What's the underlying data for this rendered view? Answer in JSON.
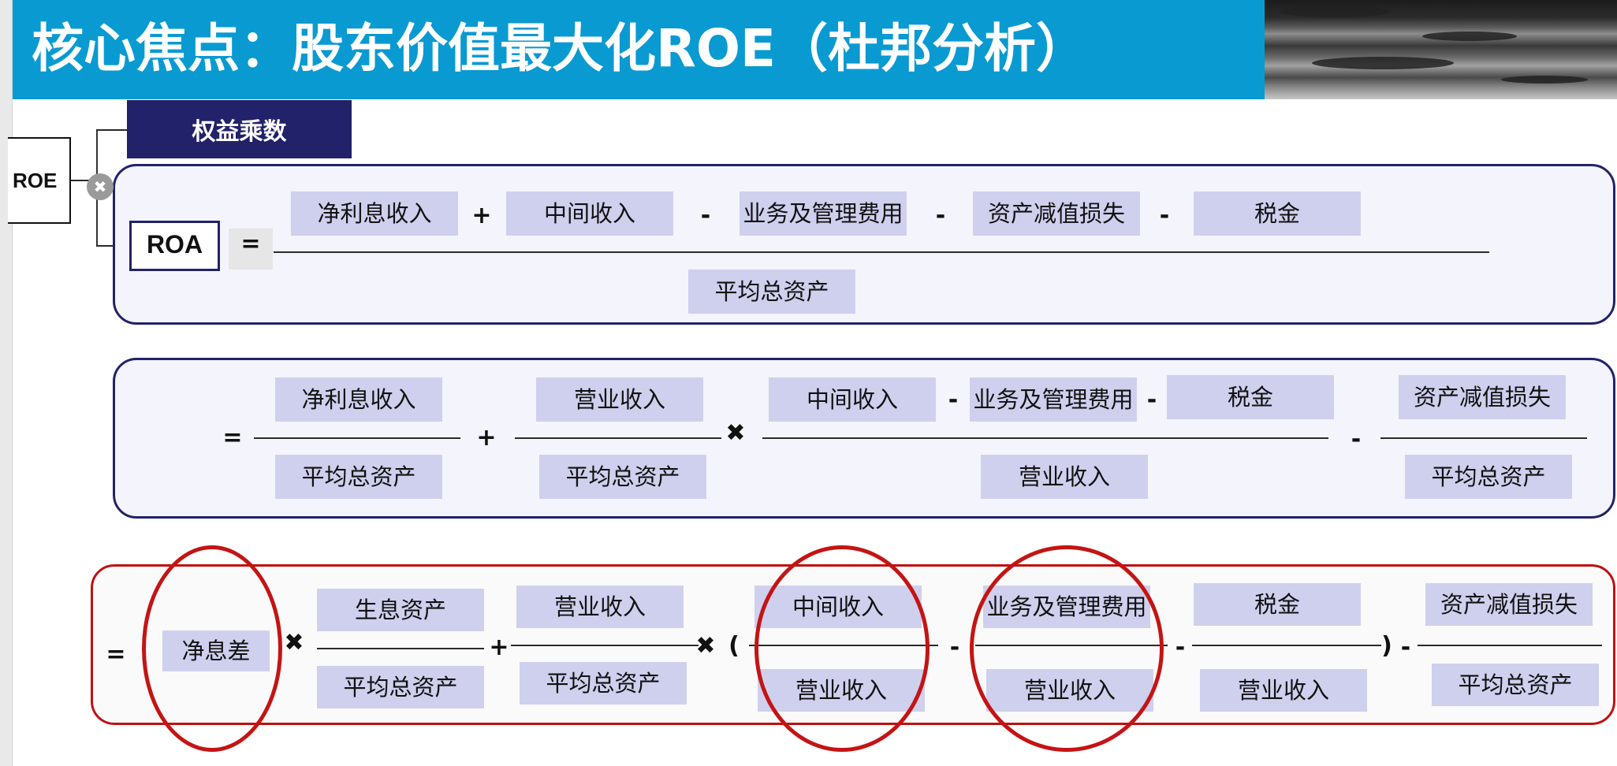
{
  "header": {
    "title": "核心焦点：股东价值最大化ROE（杜邦分析）"
  },
  "tree": {
    "roe_label": "ROE",
    "equity_multiplier_label": "权益乘数",
    "roa_label": "ROA",
    "multiply_glyph": "✖",
    "equals": "="
  },
  "row1": {
    "numerator": [
      "净利息收入",
      "中间收入",
      "业务及管理费用",
      "资产减值损失",
      "税金"
    ],
    "operators": [
      "+",
      "-",
      "-",
      "-"
    ],
    "denominator": "平均总资产"
  },
  "row2": {
    "equals": "=",
    "term1": {
      "num": "净利息收入",
      "den": "平均总资产"
    },
    "plus": "+",
    "term2": {
      "num": "营业收入",
      "den": "平均总资产"
    },
    "times": "✖",
    "term3": {
      "num": [
        "中间收入",
        "业务及管理费用",
        "税金"
      ],
      "ops": [
        "-",
        "-"
      ],
      "den": "营业收入"
    },
    "minus": "-",
    "term4": {
      "num": "资产减值损失",
      "den": "平均总资产"
    }
  },
  "row3": {
    "equals": "=",
    "spread": "净息差",
    "times1": "✖",
    "t1": {
      "num": "生息资产",
      "den": "平均总资产"
    },
    "plus": "+",
    "t2": {
      "num": "营业收入",
      "den": "平均总资产"
    },
    "times2": "✖",
    "open_paren": "(",
    "t3": {
      "num": "中间收入",
      "den": "营业收入"
    },
    "minus1": "-",
    "t4": {
      "num": "业务及管理费用",
      "den": "营业收入"
    },
    "minus2": "-",
    "t5": {
      "num": "税金",
      "den": "营业收入"
    },
    "close_paren": ")",
    "minus3": "-",
    "t6": {
      "num": "资产减值损失",
      "den": "平均总资产"
    }
  },
  "colors": {
    "banner": "#0a9ad2",
    "navy": "#22226a",
    "tag_fill": "#cfd0ee",
    "highlight_red": "#c41414"
  }
}
